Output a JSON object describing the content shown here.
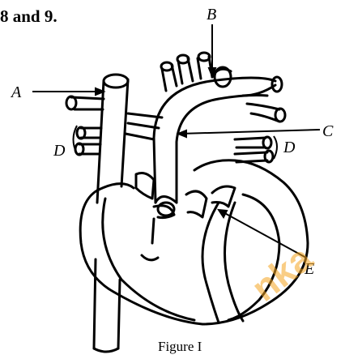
{
  "header_text": "8 and 9.",
  "caption": "Figure I",
  "watermark": "nka",
  "labels": {
    "A": "A",
    "B": "B",
    "C": "C",
    "D_left": "D",
    "D_right": "D",
    "E": "E"
  },
  "colors": {
    "line": "#000000",
    "watermark": "#f5a623"
  }
}
